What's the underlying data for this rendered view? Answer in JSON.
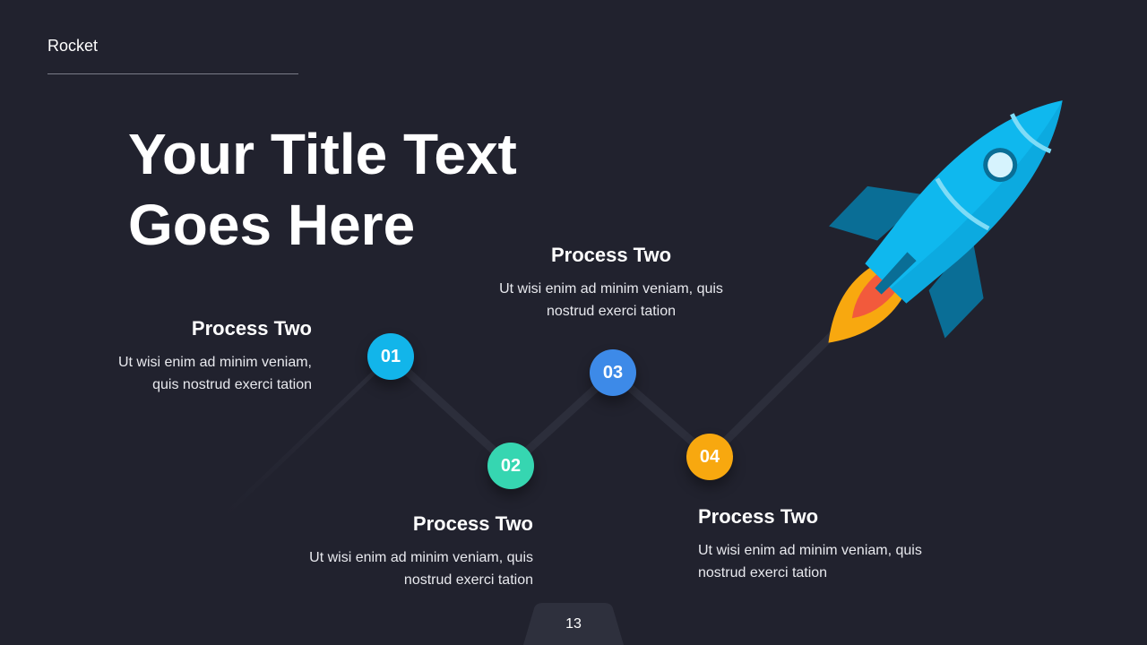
{
  "header": {
    "section_label": "Rocket"
  },
  "title": {
    "line1": "Your Title Text",
    "line2": "Goes Here"
  },
  "processes": [
    {
      "number": "01",
      "heading": "Process Two",
      "desc_line1": "Ut wisi enim ad minim veniam,",
      "desc_line2": "quis nostrud exerci tation",
      "color": "#12b5ea"
    },
    {
      "number": "02",
      "heading": "Process Two",
      "desc_line1": "Ut wisi enim ad minim veniam, quis",
      "desc_line2": "nostrud exerci tation",
      "color": "#36d6b1"
    },
    {
      "number": "03",
      "heading": "Process Two",
      "desc_line1": "Ut wisi enim ad minim veniam, quis",
      "desc_line2": "nostrud exerci tation",
      "color": "#3d8ae8"
    },
    {
      "number": "04",
      "heading": "Process Two",
      "desc_line1": "Ut wisi enim ad minim veniam, quis",
      "desc_line2": "nostrud exerci tation",
      "color": "#f8a80f"
    }
  ],
  "footer": {
    "page_number": "13"
  },
  "colors": {
    "background": "#21222e",
    "text": "#ffffff",
    "rocket_body": "#0fb8ee",
    "rocket_fin": "#0a6e96",
    "flame_outer": "#f8a80f",
    "flame_inner": "#f25a3c"
  },
  "icons": [
    "rocket-icon"
  ]
}
